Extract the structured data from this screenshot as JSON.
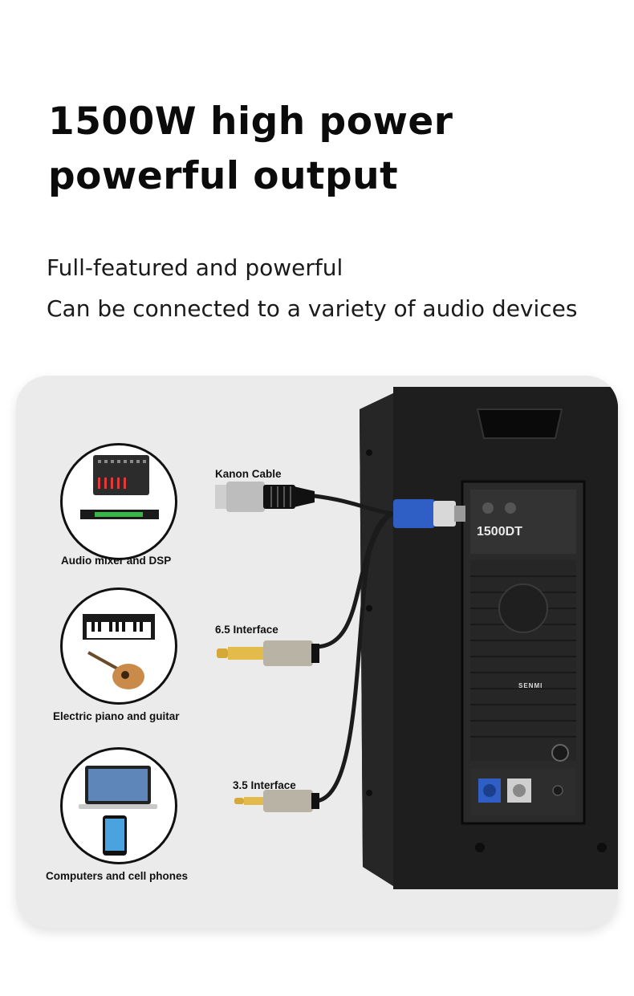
{
  "headline": {
    "line1": "1500W high power",
    "line2": "powerful output"
  },
  "subtitle": {
    "line1": "Full-featured and powerful",
    "line2": "Can be connected to a variety of audio devices"
  },
  "devices": [
    {
      "caption": "Audio mixer and DSP",
      "icon": "audio-mixer-icon"
    },
    {
      "caption": "Electric piano and guitar",
      "icon": "keyboard-guitar-icon"
    },
    {
      "caption": "Computers and cell phones",
      "icon": "laptop-phone-icon"
    }
  ],
  "connectors": [
    {
      "label": "Kanon Cable",
      "icon": "xlr-plug-icon"
    },
    {
      "label": "6.5 Interface",
      "icon": "jack-6-5-plug-icon"
    },
    {
      "label": "3.5 Interface",
      "icon": "jack-3-5-plug-icon"
    }
  ],
  "speaker": {
    "model_label": "1500DT",
    "brand_label": "SENMI"
  },
  "colors": {
    "panel": "#ebebeb",
    "speaker": "#1c1c1c",
    "powercon": "#2f5fc4"
  }
}
